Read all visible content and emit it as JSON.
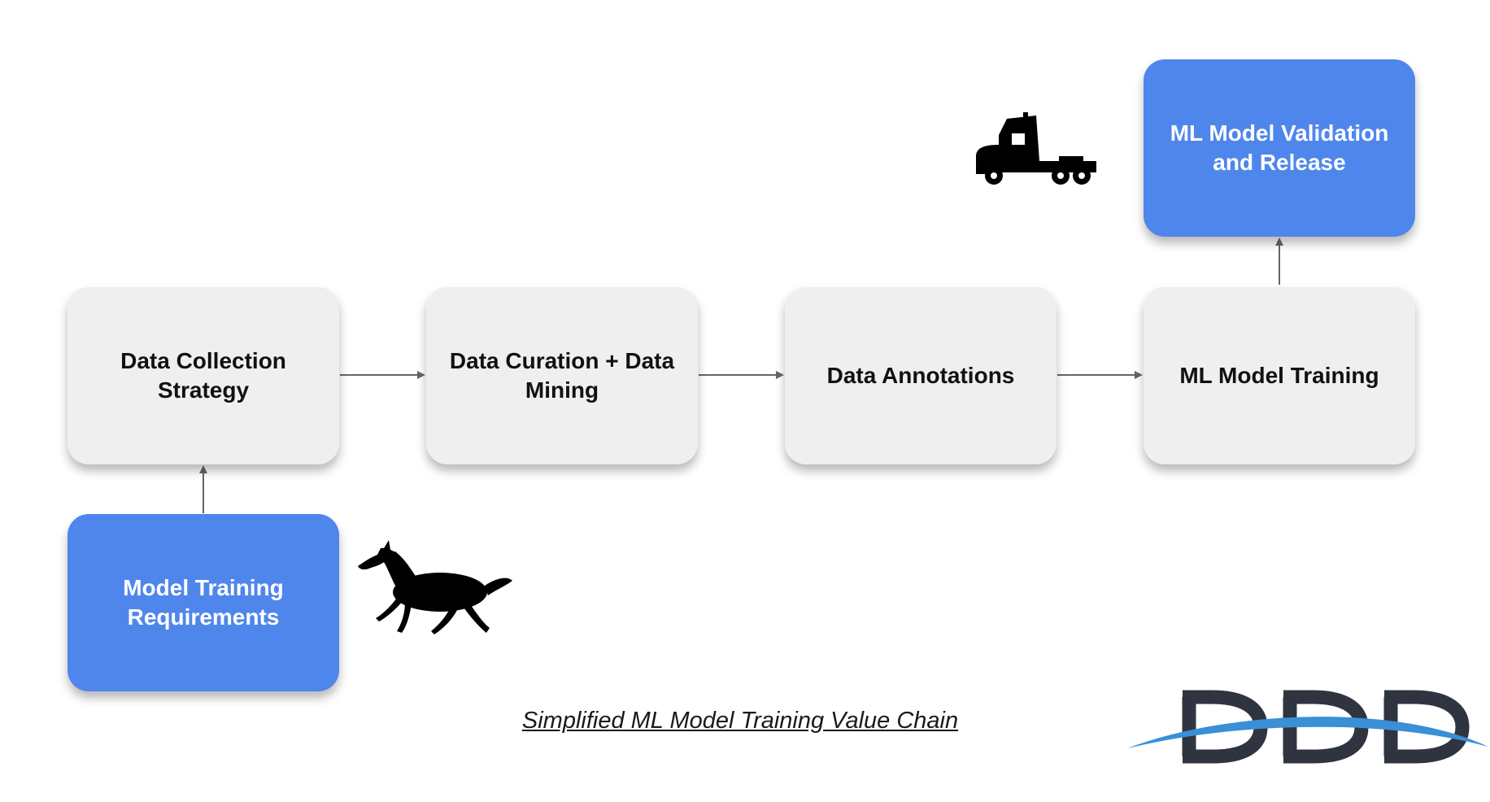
{
  "diagram": {
    "nodes": {
      "collection": {
        "label": "Data Collection Strategy"
      },
      "curation": {
        "label": "Data Curation + Data Mining"
      },
      "annotation": {
        "label": "Data Annotations"
      },
      "training": {
        "label": "ML Model Training"
      },
      "requirements": {
        "label": "Model Training Requirements"
      },
      "validation": {
        "label": "ML Model Validation and Release"
      }
    },
    "edges": [
      {
        "from": "requirements",
        "to": "collection"
      },
      {
        "from": "collection",
        "to": "curation"
      },
      {
        "from": "curation",
        "to": "annotation"
      },
      {
        "from": "annotation",
        "to": "training"
      },
      {
        "from": "training",
        "to": "validation"
      }
    ],
    "caption": "Simplified ML Model Training Value Chain"
  },
  "icons": {
    "horse": "galloping-horse-icon",
    "truck": "semi-truck-icon"
  },
  "logo": {
    "text": "DDD"
  },
  "colors": {
    "blue_node": "#4f86ec",
    "gray_node": "#efefef",
    "arrow": "#666666",
    "logo_dark": "#2f3440",
    "logo_swoosh": "#3a8fd6"
  }
}
